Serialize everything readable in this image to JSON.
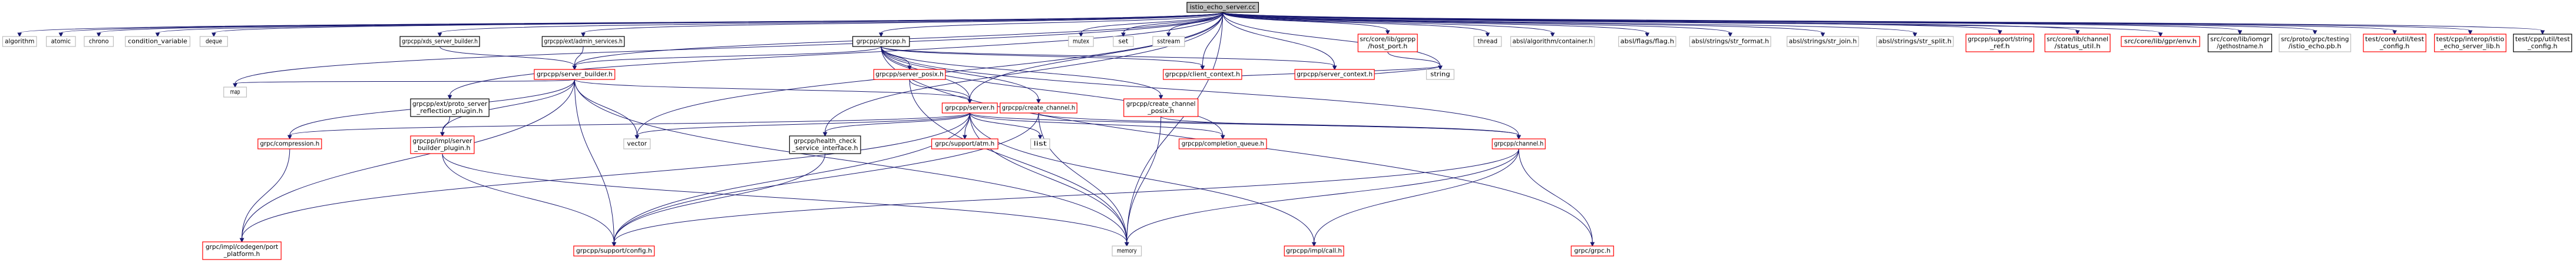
{
  "graph_title": "istio_echo_server.cc",
  "colors": {
    "edge": "#191970",
    "border_black": "#000000",
    "border_gray": "#bfbfbf",
    "border_red": "#ff0000",
    "root_fill": "#bfbfbf"
  },
  "nodes": [
    {
      "id": "root",
      "lines": [
        "istio_echo_server.cc"
      ],
      "style": "root"
    },
    {
      "id": "algorithm",
      "lines": [
        "algorithm"
      ],
      "style": "gray"
    },
    {
      "id": "atomic",
      "lines": [
        "atomic"
      ],
      "style": "gray"
    },
    {
      "id": "chrono",
      "lines": [
        "chrono"
      ],
      "style": "gray"
    },
    {
      "id": "condvar",
      "lines": [
        "condition_variable"
      ],
      "style": "gray"
    },
    {
      "id": "deque",
      "lines": [
        "deque"
      ],
      "style": "gray"
    },
    {
      "id": "xds",
      "lines": [
        "grpcpp/xds_server_builder.h"
      ],
      "style": "black"
    },
    {
      "id": "admin",
      "lines": [
        "grpcpp/ext/admin_services.h"
      ],
      "style": "black"
    },
    {
      "id": "grpcpp",
      "lines": [
        "grpcpp/grpcpp.h"
      ],
      "style": "black"
    },
    {
      "id": "mutex",
      "lines": [
        "mutex"
      ],
      "style": "gray"
    },
    {
      "id": "set",
      "lines": [
        "set"
      ],
      "style": "gray"
    },
    {
      "id": "sstream",
      "lines": [
        "sstream"
      ],
      "style": "gray"
    },
    {
      "id": "hostport",
      "lines": [
        "src/core/lib/gprpp",
        "/host_port.h"
      ],
      "style": "red"
    },
    {
      "id": "thread",
      "lines": [
        "thread"
      ],
      "style": "gray"
    },
    {
      "id": "abslalgo",
      "lines": [
        "absl/algorithm/container.h"
      ],
      "style": "gray"
    },
    {
      "id": "abslflag",
      "lines": [
        "absl/flags/flag.h"
      ],
      "style": "gray"
    },
    {
      "id": "abslfmt",
      "lines": [
        "absl/strings/str_format.h"
      ],
      "style": "gray"
    },
    {
      "id": "absljoin",
      "lines": [
        "absl/strings/str_join.h"
      ],
      "style": "gray"
    },
    {
      "id": "abslsplit",
      "lines": [
        "absl/strings/str_split.h"
      ],
      "style": "gray"
    },
    {
      "id": "supportstr",
      "lines": [
        "grpcpp/support/string",
        "_ref.h"
      ],
      "style": "red"
    },
    {
      "id": "statusutil",
      "lines": [
        "src/core/lib/channel",
        "/status_util.h"
      ],
      "style": "red"
    },
    {
      "id": "gprenv",
      "lines": [
        "src/core/lib/gpr/env.h"
      ],
      "style": "red"
    },
    {
      "id": "gethost",
      "lines": [
        "src/core/lib/iomgr",
        "/gethostname.h"
      ],
      "style": "black"
    },
    {
      "id": "echopb",
      "lines": [
        "src/proto/grpc/testing",
        "/istio_echo.pb.h"
      ],
      "style": "gray"
    },
    {
      "id": "testcfg",
      "lines": [
        "test/core/util/test",
        "_config.h"
      ],
      "style": "red"
    },
    {
      "id": "interop",
      "lines": [
        "test/cpp/interop/istio",
        "_echo_server_lib.h"
      ],
      "style": "red"
    },
    {
      "id": "cpptestcfg",
      "lines": [
        "test/cpp/util/test",
        "_config.h"
      ],
      "style": "black"
    },
    {
      "id": "serverbuilder",
      "lines": [
        "grpcpp/server_builder.h"
      ],
      "style": "red"
    },
    {
      "id": "clientctx",
      "lines": [
        "grpcpp/client_context.h"
      ],
      "style": "red"
    },
    {
      "id": "serverctx",
      "lines": [
        "grpcpp/server_context.h"
      ],
      "style": "red"
    },
    {
      "id": "string",
      "lines": [
        "string"
      ],
      "style": "gray"
    },
    {
      "id": "serverposix",
      "lines": [
        "grpcpp/server_posix.h"
      ],
      "style": "red"
    },
    {
      "id": "map",
      "lines": [
        "map"
      ],
      "style": "gray"
    },
    {
      "id": "reflection",
      "lines": [
        "grpcpp/ext/proto_server",
        "_reflection_plugin.h"
      ],
      "style": "black"
    },
    {
      "id": "serverh",
      "lines": [
        "grpcpp/server.h"
      ],
      "style": "red"
    },
    {
      "id": "createchan",
      "lines": [
        "grpcpp/create_channel.h"
      ],
      "style": "red"
    },
    {
      "id": "createchanposix",
      "lines": [
        "grpcpp/create_channel",
        "_posix.h"
      ],
      "style": "red"
    },
    {
      "id": "compression",
      "lines": [
        "grpc/compression.h"
      ],
      "style": "red"
    },
    {
      "id": "buildplugin",
      "lines": [
        "grpcpp/impl/server",
        "_builder_plugin.h"
      ],
      "style": "red"
    },
    {
      "id": "vector",
      "lines": [
        "vector"
      ],
      "style": "gray"
    },
    {
      "id": "health",
      "lines": [
        "grpcpp/health_check",
        "_service_interface.h"
      ],
      "style": "black"
    },
    {
      "id": "atm",
      "lines": [
        "grpc/support/atm.h"
      ],
      "style": "red"
    },
    {
      "id": "list",
      "lines": [
        "list"
      ],
      "style": "gray"
    },
    {
      "id": "cq",
      "lines": [
        "grpcpp/completion_queue.h"
      ],
      "style": "red"
    },
    {
      "id": "channel",
      "lines": [
        "grpcpp/channel.h"
      ],
      "style": "red"
    },
    {
      "id": "platform",
      "lines": [
        "grpc/impl/codegen/port",
        "_platform.h"
      ],
      "style": "red"
    },
    {
      "id": "config",
      "lines": [
        "grpcpp/support/config.h"
      ],
      "style": "red"
    },
    {
      "id": "memory",
      "lines": [
        "memory"
      ],
      "style": "gray"
    },
    {
      "id": "call",
      "lines": [
        "grpcpp/impl/call.h"
      ],
      "style": "red"
    },
    {
      "id": "grpch",
      "lines": [
        "grpc/grpc.h"
      ],
      "style": "red"
    }
  ],
  "edges": [
    [
      "root",
      "algorithm"
    ],
    [
      "root",
      "atomic"
    ],
    [
      "root",
      "chrono"
    ],
    [
      "root",
      "condvar"
    ],
    [
      "root",
      "deque"
    ],
    [
      "root",
      "xds"
    ],
    [
      "root",
      "admin"
    ],
    [
      "root",
      "grpcpp"
    ],
    [
      "root",
      "mutex"
    ],
    [
      "root",
      "set"
    ],
    [
      "root",
      "sstream"
    ],
    [
      "root",
      "hostport"
    ],
    [
      "root",
      "thread"
    ],
    [
      "root",
      "abslalgo"
    ],
    [
      "root",
      "abslflag"
    ],
    [
      "root",
      "abslfmt"
    ],
    [
      "root",
      "absljoin"
    ],
    [
      "root",
      "abslsplit"
    ],
    [
      "root",
      "supportstr"
    ],
    [
      "root",
      "statusutil"
    ],
    [
      "root",
      "gprenv"
    ],
    [
      "root",
      "gethost"
    ],
    [
      "root",
      "echopb"
    ],
    [
      "root",
      "testcfg"
    ],
    [
      "root",
      "interop"
    ],
    [
      "root",
      "cpptestcfg"
    ],
    [
      "root",
      "map"
    ],
    [
      "root",
      "memory"
    ],
    [
      "root",
      "string"
    ],
    [
      "root",
      "vector"
    ],
    [
      "root",
      "serverbuilder"
    ],
    [
      "root",
      "serverh"
    ],
    [
      "root",
      "clientctx"
    ],
    [
      "root",
      "serverctx"
    ],
    [
      "root",
      "reflection"
    ],
    [
      "root",
      "health"
    ],
    [
      "xds",
      "serverbuilder"
    ],
    [
      "admin",
      "serverbuilder"
    ],
    [
      "grpcpp",
      "serverbuilder"
    ],
    [
      "grpcpp",
      "clientctx"
    ],
    [
      "grpcpp",
      "serverctx"
    ],
    [
      "grpcpp",
      "serverposix"
    ],
    [
      "grpcpp",
      "serverh"
    ],
    [
      "grpcpp",
      "createchan"
    ],
    [
      "grpcpp",
      "createchanposix"
    ],
    [
      "grpcpp",
      "cq"
    ],
    [
      "grpcpp",
      "channel"
    ],
    [
      "grpcpp",
      "grpch"
    ],
    [
      "serverbuilder",
      "map"
    ],
    [
      "serverbuilder",
      "serverh"
    ],
    [
      "serverbuilder",
      "compression"
    ],
    [
      "serverbuilder",
      "buildplugin"
    ],
    [
      "serverbuilder",
      "vector"
    ],
    [
      "serverbuilder",
      "memory"
    ],
    [
      "serverbuilder",
      "config"
    ],
    [
      "serverbuilder",
      "platform"
    ],
    [
      "serverposix",
      "serverh"
    ],
    [
      "serverposix",
      "memory"
    ],
    [
      "reflection",
      "buildplugin"
    ],
    [
      "serverh",
      "vector"
    ],
    [
      "serverh",
      "list"
    ],
    [
      "serverh",
      "atm"
    ],
    [
      "serverh",
      "cq"
    ],
    [
      "serverh",
      "channel"
    ],
    [
      "serverh",
      "health"
    ],
    [
      "serverh",
      "compression"
    ],
    [
      "serverh",
      "config"
    ],
    [
      "serverh",
      "memory"
    ],
    [
      "serverh",
      "call"
    ],
    [
      "serverh",
      "platform"
    ],
    [
      "createchan",
      "channel"
    ],
    [
      "createchan",
      "memory"
    ],
    [
      "createchan",
      "config"
    ],
    [
      "createchanposix",
      "channel"
    ],
    [
      "createchanposix",
      "memory"
    ],
    [
      "compression",
      "platform"
    ],
    [
      "buildplugin",
      "config"
    ],
    [
      "buildplugin",
      "memory"
    ],
    [
      "health",
      "config"
    ],
    [
      "channel",
      "memory"
    ],
    [
      "channel",
      "call"
    ],
    [
      "channel",
      "grpch"
    ],
    [
      "channel",
      "config"
    ],
    [
      "clientctx",
      "string"
    ],
    [
      "serverctx",
      "string"
    ],
    [
      "hostport",
      "string"
    ]
  ]
}
